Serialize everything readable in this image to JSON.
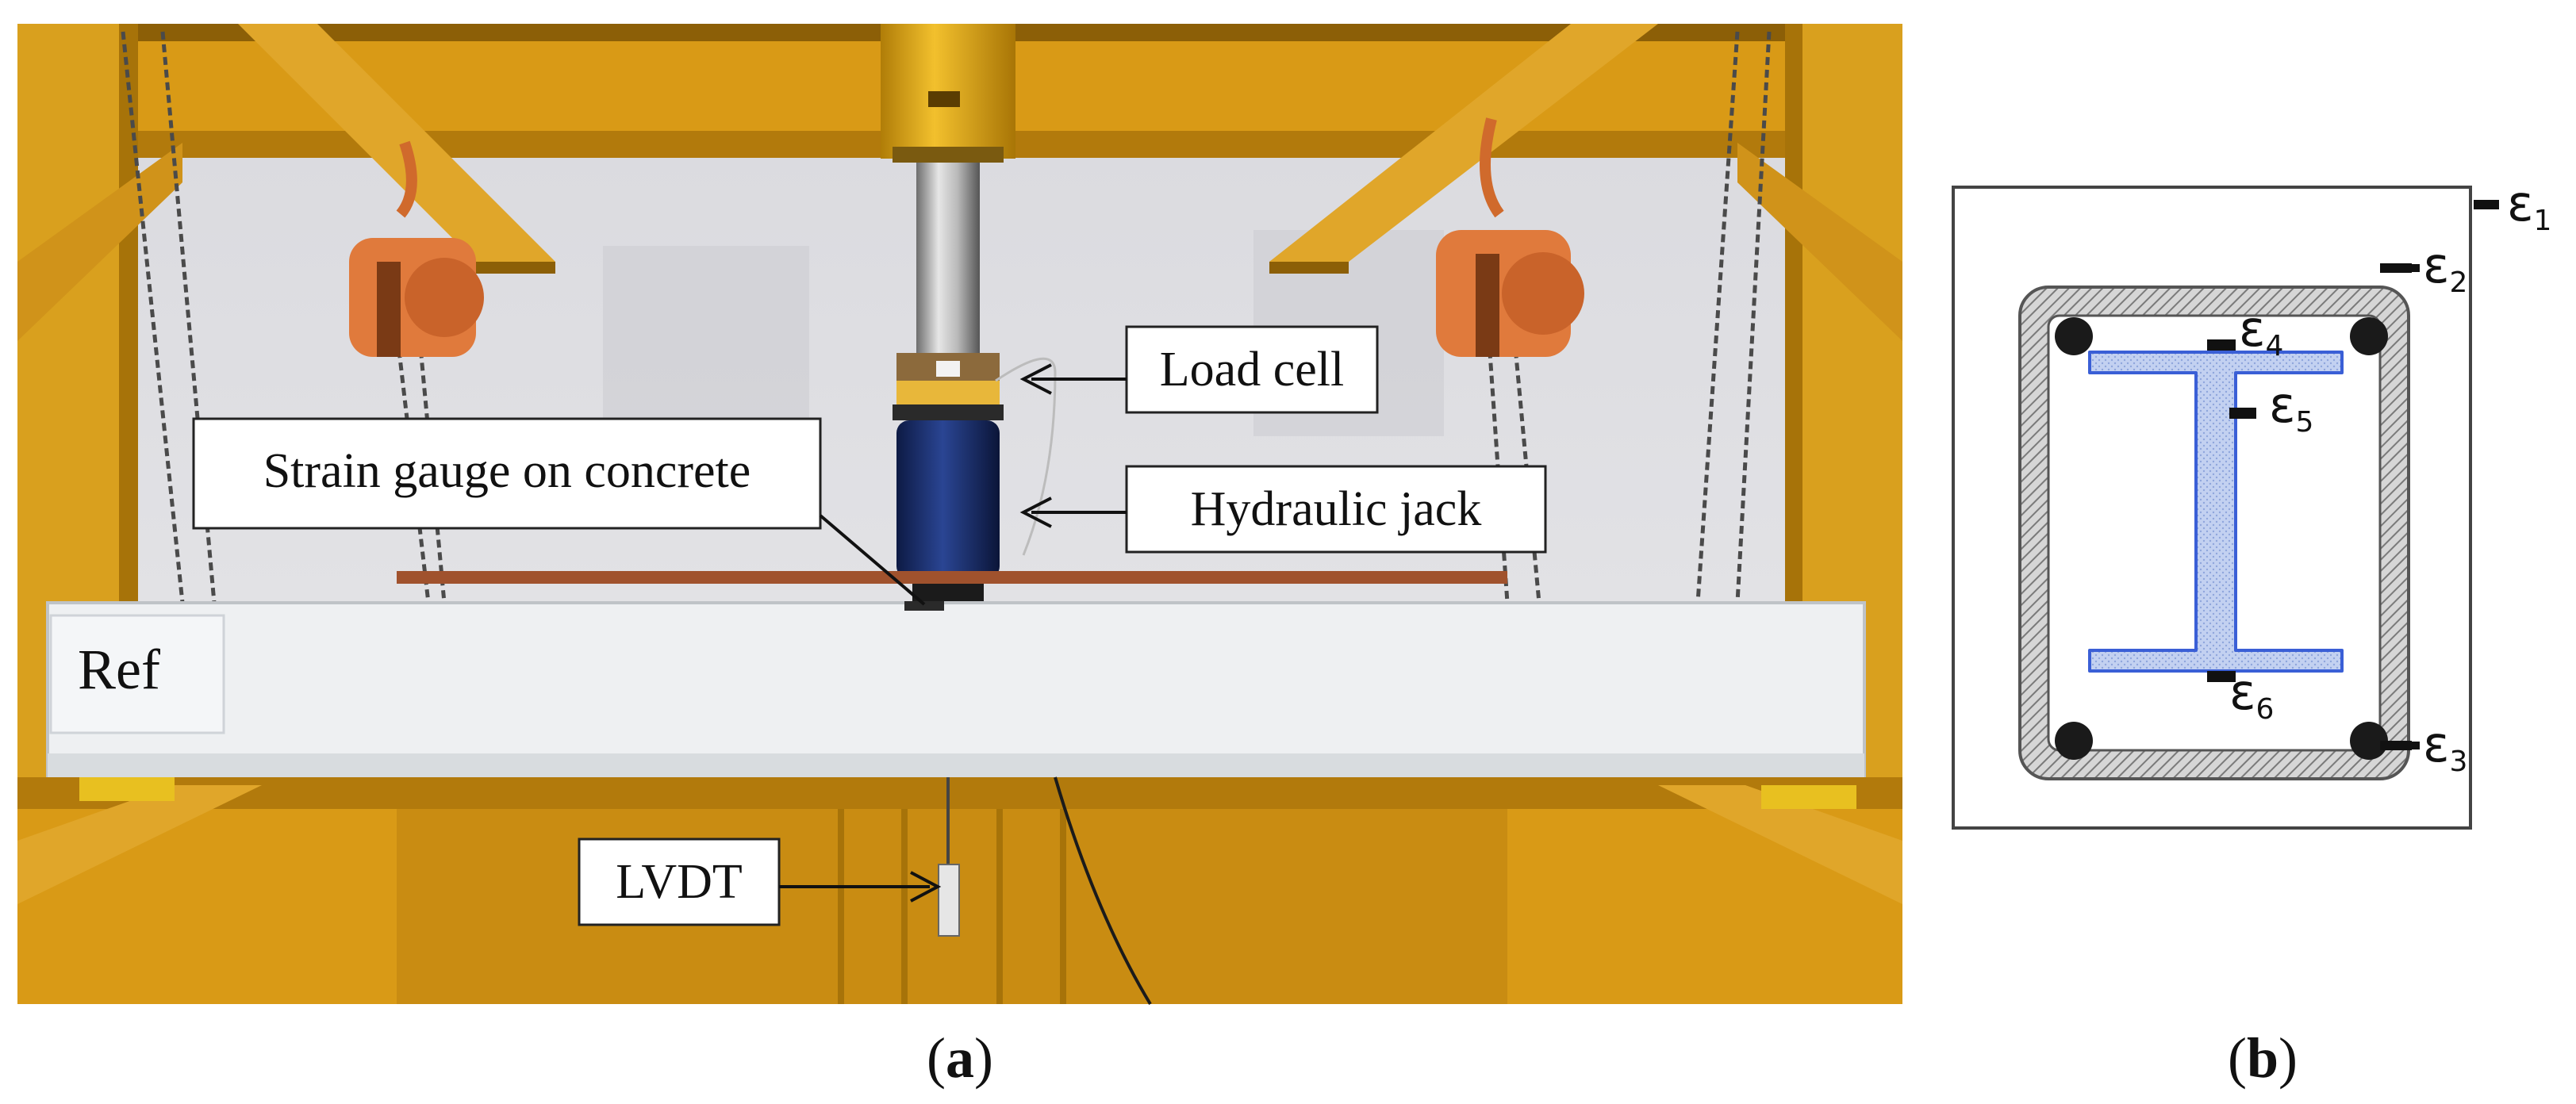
{
  "panel_a": {
    "caption": "(a)",
    "caption_letter": "a",
    "specimen_label": "Ref",
    "callouts": {
      "load_cell": "Load cell",
      "hydraulic_jack": "Hydraulic jack",
      "strain_gauge": "Strain gauge on concrete",
      "lvdt": "LVDT"
    }
  },
  "panel_b": {
    "caption": "(b)",
    "caption_letter": "b",
    "strain_symbol": "ε",
    "gauges": [
      {
        "sub": "1"
      },
      {
        "sub": "2"
      },
      {
        "sub": "3"
      },
      {
        "sub": "4"
      },
      {
        "sub": "5"
      },
      {
        "sub": "6"
      }
    ]
  },
  "colors": {
    "steel_frame": "#e0a21c",
    "wall": "#e3e3e6",
    "beam": "#eef0f2",
    "hoist": "#e07a3c",
    "jack": "#1a2f6b",
    "i_section": "#b7c8ee",
    "i_outline": "#3a5fd6",
    "stirrup": "#9a9a9a"
  }
}
